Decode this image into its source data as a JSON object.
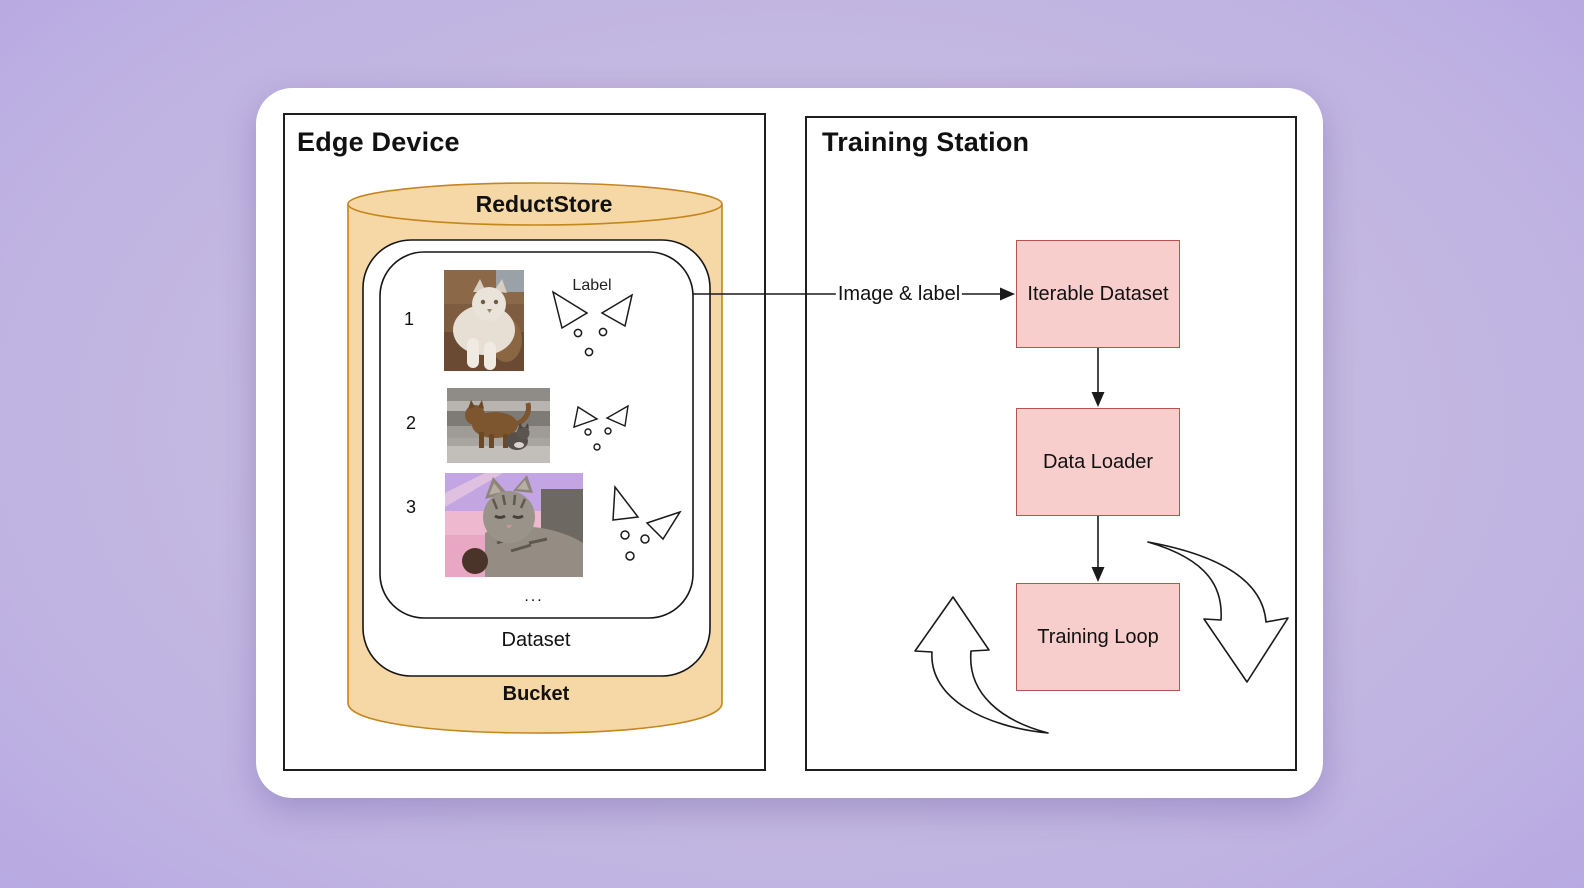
{
  "colors": {
    "background_purple": "#a791df",
    "card_white": "#ffffff",
    "panel_border": "#1f1f1f",
    "store_fill": "#f6d7a6",
    "store_stroke": "#c4861f",
    "box_fill": "#f8cecc",
    "box_stroke": "#b85450",
    "line_color": "#1a1a1a"
  },
  "edge_device": {
    "title": "Edge Device",
    "store": {
      "title": "ReductStore",
      "bucket_label": "Bucket",
      "dataset_label": "Dataset",
      "ellipsis": "...",
      "label_caption": "Label",
      "rows": [
        {
          "index": "1",
          "image": "white-fluffy-cat-photo",
          "annotation_icon": "cat-face-landmarks-icon"
        },
        {
          "index": "2",
          "image": "cat-and-kitten-on-logs-photo",
          "annotation_icon": "cat-face-landmarks-icon"
        },
        {
          "index": "3",
          "image": "tabby-kitten-on-pink-photo",
          "annotation_icon": "cat-face-landmarks-icon"
        }
      ]
    }
  },
  "training_station": {
    "title": "Training Station",
    "connector_label": "Image & label",
    "boxes": [
      {
        "label": "Iterable Dataset"
      },
      {
        "label": "Data Loader"
      },
      {
        "label": "Training Loop"
      }
    ]
  }
}
